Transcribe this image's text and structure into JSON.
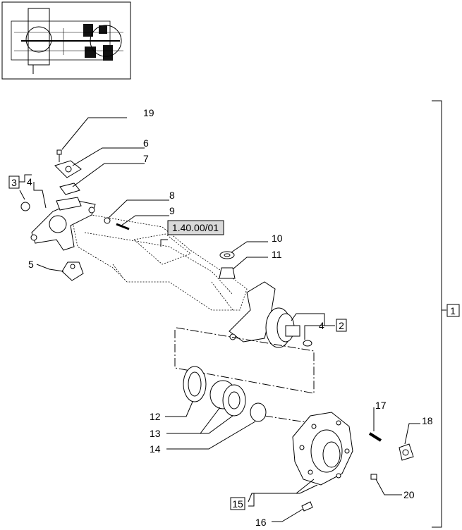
{
  "reference_label": "1.40.00/01",
  "callouts": [
    "19",
    "6",
    "7",
    "8",
    "9",
    "10",
    "11",
    "4",
    "4",
    "5",
    "12",
    "13",
    "14",
    "17",
    "18",
    "20",
    "16"
  ],
  "boxed_callouts": [
    "3",
    "2",
    "1",
    "15"
  ]
}
